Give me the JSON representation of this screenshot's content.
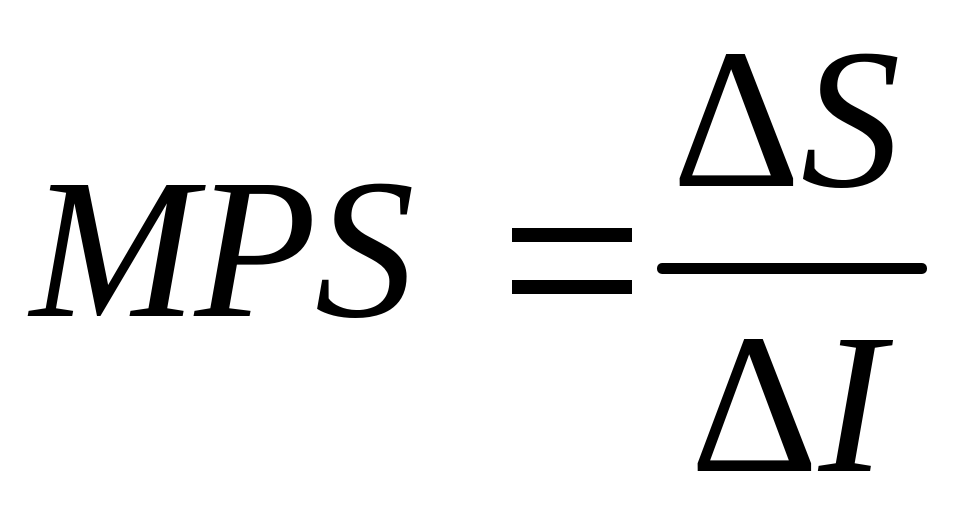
{
  "formula": {
    "lhs": "MPS",
    "numerator": {
      "operator": "Δ",
      "variable": "S"
    },
    "denominator": {
      "operator": "Δ",
      "variable": "I"
    }
  }
}
